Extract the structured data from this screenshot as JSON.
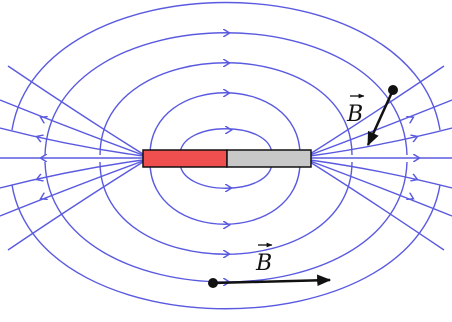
{
  "diagram": {
    "labels": {
      "b_upper": "B",
      "b_lower": "B"
    },
    "colors": {
      "field_line": "#5a5ae0",
      "magnet_north": "#ef4f4f",
      "magnet_south": "#c8c8c8",
      "vector": "#111111"
    },
    "icons": {
      "field_arrow": "chevron-arrowhead",
      "vector_arrow": "filled-arrowhead",
      "vector_overbar": "small-arrow-over-letter"
    }
  }
}
